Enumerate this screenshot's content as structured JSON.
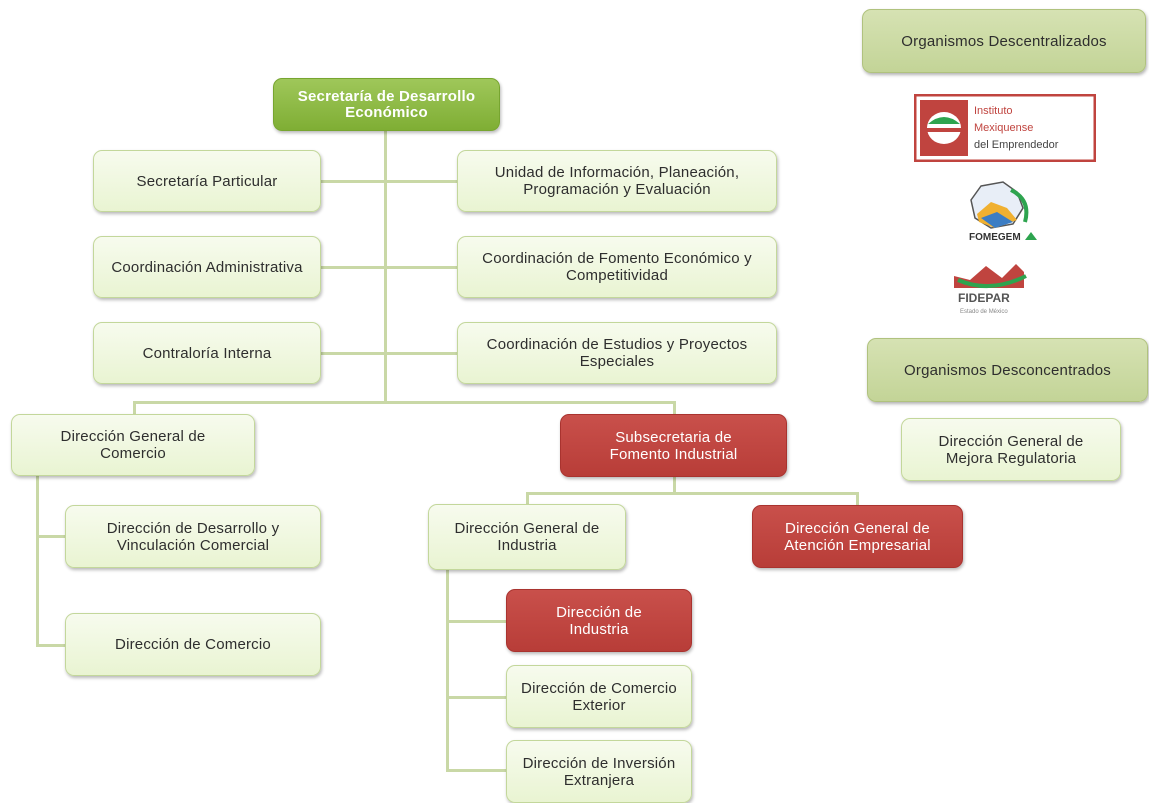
{
  "org": {
    "top": "Secretaría de Desarrollo Económico",
    "particular": "Secretaría Particular",
    "administrativa": "Coordinación Administrativa",
    "contraloria": "Contraloría Interna",
    "uippe": "Unidad de Información, Planeación, Programación y Evaluación",
    "fomento_economico": "Coordinación de Fomento Económico y Competitividad",
    "estudios": "Coordinación de Estudios y Proyectos Especiales",
    "dg_comercio": "Dirección General de Comercio",
    "desarrollo_vinculacion": "Dirección de Desarrollo y Vinculación Comercial",
    "direccion_comercio": "Dirección de Comercio",
    "subsecretaria": "Subsecretaria de Fomento Industrial",
    "dg_industria": "Dirección General de Industria",
    "dg_atencion": "Dirección General de Atención Empresarial",
    "dir_industria": "Dirección de Industria",
    "dir_comercio_exterior": "Dirección de Comercio Exterior",
    "dir_inversion": "Dirección de Inversión Extranjera"
  },
  "side": {
    "descentralizados": "Organismos Descentralizados",
    "desconcentrados": "Organismos Desconcentrados",
    "mejora_regulatoria": "Dirección General de Mejora Regulatoria"
  },
  "logos": {
    "ime_line1": "Instituto",
    "ime_line2": "Mexiquense",
    "ime_line3": "del Emprendedor",
    "fomegem": "FOMEGEM",
    "fidepar": "FIDEPAR",
    "fidepar_sub": "Estado de México"
  },
  "colors": {
    "box_green": "#eef6dc",
    "top_green": "#8ab943",
    "red": "#c0443f",
    "side_green": "#cddba5",
    "connector": "#c9d8a6"
  }
}
